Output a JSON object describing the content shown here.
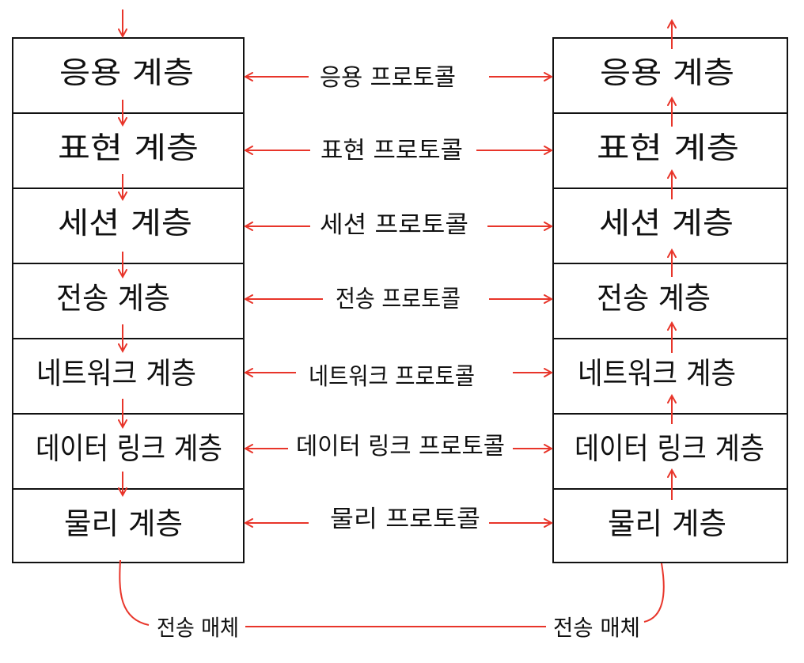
{
  "colors": {
    "ink": "#111111",
    "arrow": "#e8352a",
    "background": "#ffffff"
  },
  "left_stack": {
    "layers": [
      "응용  계층",
      "표현  계층",
      "세션 계층",
      "전송 계층",
      "네트워크 계층",
      "데이터 링크 계층",
      "물리 계층"
    ]
  },
  "right_stack": {
    "layers": [
      "응용  계층",
      "표현  계층",
      "세션 계층",
      "전송 계층",
      "네트워크 계층",
      "데이터 링크 계층",
      "물리 계층"
    ]
  },
  "protocols": [
    "응용 프로토콜",
    "표현 프로토콜",
    "세션 프로토콜",
    "전송 프로토콜",
    "네트워크 프로토콜",
    "데이터 링크  프로토콜",
    "물리  프로토콜"
  ],
  "medium": {
    "left_label": "전송 매체",
    "right_label": "전송 매체"
  }
}
